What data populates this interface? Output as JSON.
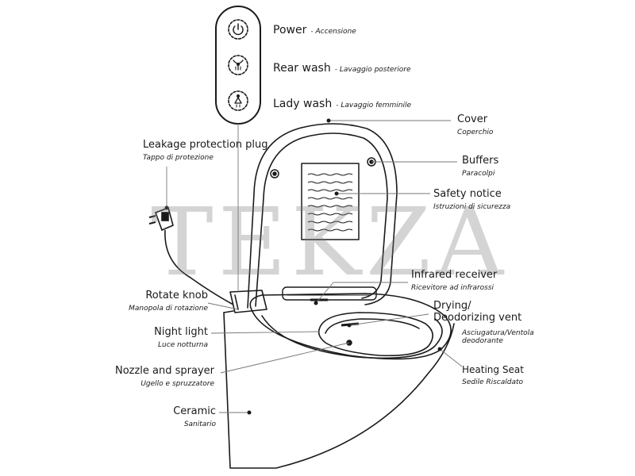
{
  "watermark": "TEKZA",
  "remote": {
    "power": {
      "label": "Power",
      "sublabel": "- Accensione",
      "icon": "power-icon"
    },
    "rear_wash": {
      "label": "Rear wash",
      "sublabel": "- Lavaggio posteriore",
      "icon": "rear-wash-icon"
    },
    "lady_wash": {
      "label": "Lady wash",
      "sublabel": "- Lavaggio femminile",
      "icon": "lady-wash-icon"
    }
  },
  "callouts": {
    "leakage": {
      "label": "Leakage protection plug",
      "sublabel": "Tappo di protezione"
    },
    "cover": {
      "label": "Cover",
      "sublabel": "Coperchio"
    },
    "buffers": {
      "label": "Buffers",
      "sublabel": "Paracolpi"
    },
    "safety": {
      "label": "Safety notice",
      "sublabel": "Istruzioni di sicurezza"
    },
    "infrared": {
      "label": "Infrared receiver",
      "sublabel": "Ricevitore ad infrarossi"
    },
    "drying": {
      "label_line1": "Drying/",
      "label_line2": "Deodorizing vent",
      "sublabel_line1": "Asciugatura/Ventola",
      "sublabel_line2": "deodorante"
    },
    "heating": {
      "label": "Heating Seat",
      "sublabel": "Sedile Riscaldato"
    },
    "rotate": {
      "label": "Rotate knob",
      "sublabel": "Manopola di rotazione"
    },
    "night": {
      "label": "Night light",
      "sublabel": "Luce notturna"
    },
    "nozzle": {
      "label": "Nozzle and sprayer",
      "sublabel": "Ugello e spruzzatore"
    },
    "ceramic": {
      "label": "Ceramic",
      "sublabel": "Sanitario"
    }
  },
  "colors": {
    "line": "#1a1a1a",
    "leader": "#777777",
    "watermark": "#9a9a9a"
  }
}
